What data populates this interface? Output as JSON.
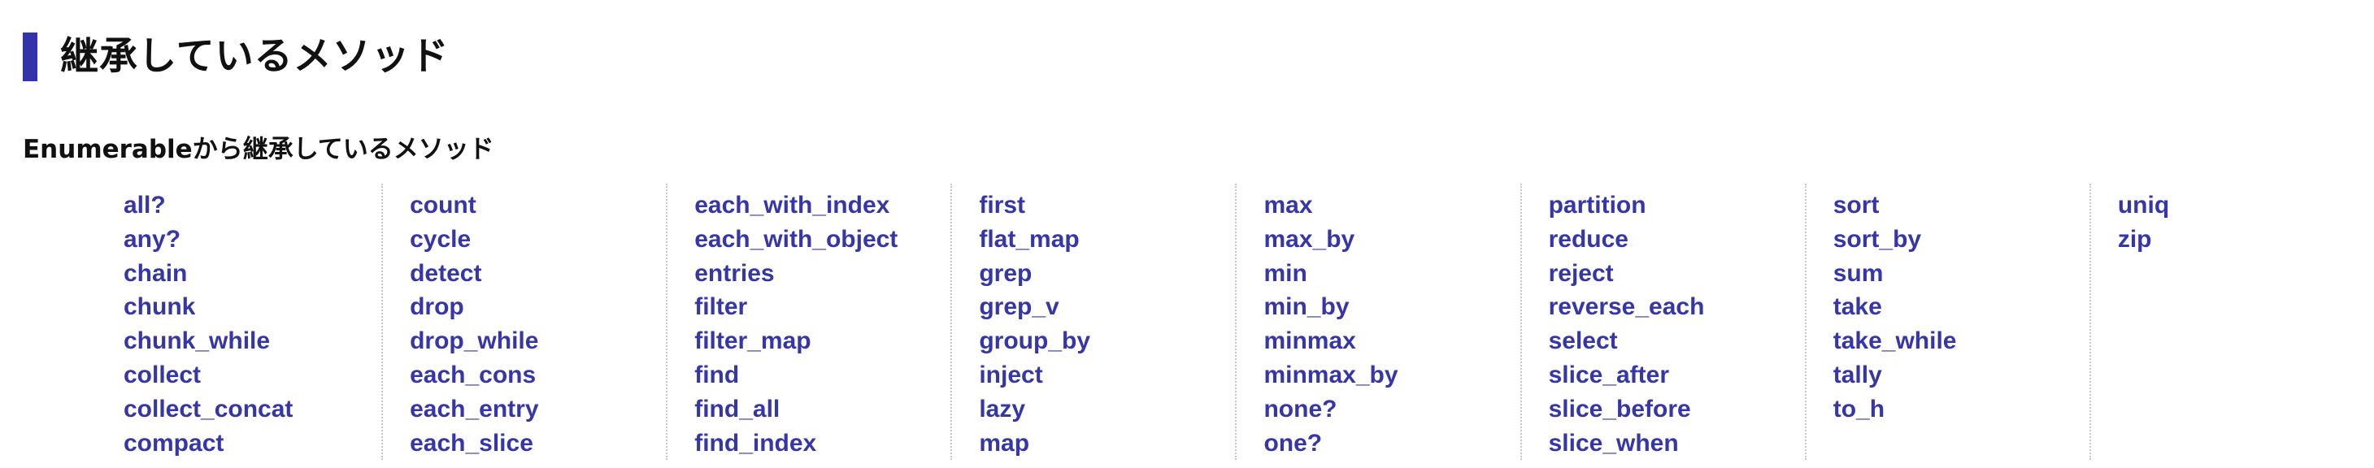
{
  "heading": {
    "title": "継承しているメソッド"
  },
  "subheading": {
    "title": "Enumerableから継承しているメソッド"
  },
  "colors": {
    "accent_bar": "#3333aa",
    "link": "#3636a8",
    "column_divider": "#c8c8c8"
  },
  "methods": {
    "columns": [
      [
        "all?",
        "any?",
        "chain",
        "chunk",
        "chunk_while",
        "collect",
        "collect_concat",
        "compact"
      ],
      [
        "count",
        "cycle",
        "detect",
        "drop",
        "drop_while",
        "each_cons",
        "each_entry",
        "each_slice"
      ],
      [
        "each_with_index",
        "each_with_object",
        "entries",
        "filter",
        "filter_map",
        "find",
        "find_all",
        "find_index"
      ],
      [
        "first",
        "flat_map",
        "grep",
        "grep_v",
        "group_by",
        "inject",
        "lazy",
        "map"
      ],
      [
        "max",
        "max_by",
        "min",
        "min_by",
        "minmax",
        "minmax_by",
        "none?",
        "one?"
      ],
      [
        "partition",
        "reduce",
        "reject",
        "reverse_each",
        "select",
        "slice_after",
        "slice_before",
        "slice_when"
      ],
      [
        "sort",
        "sort_by",
        "sum",
        "take",
        "take_while",
        "tally",
        "to_h"
      ],
      [
        "uniq",
        "zip"
      ]
    ]
  }
}
